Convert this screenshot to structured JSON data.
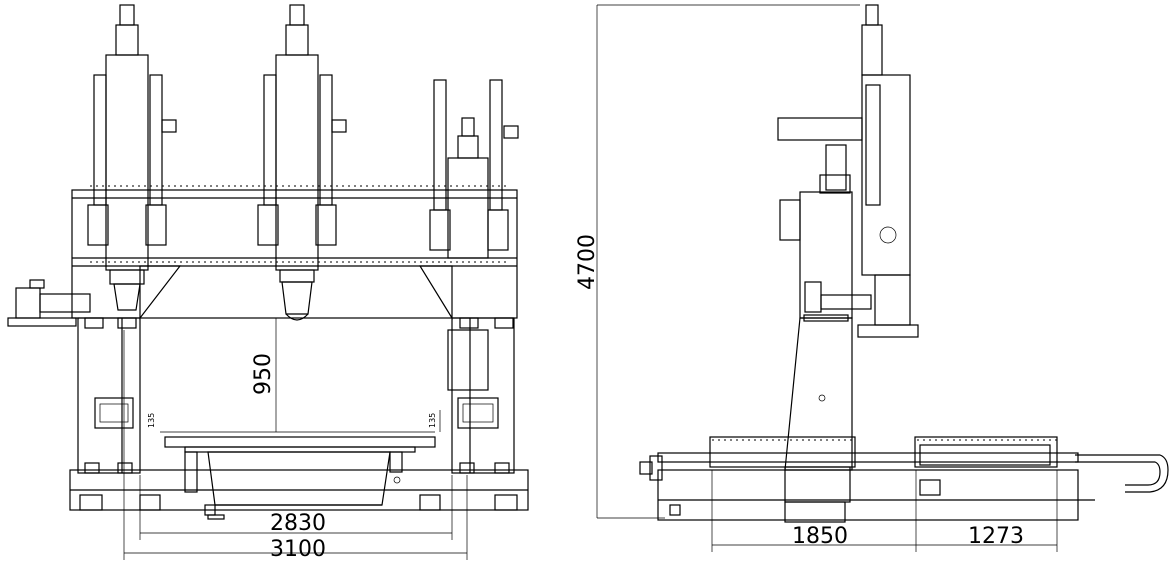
{
  "drawing": {
    "front_view": {
      "dims": {
        "height_gap": "950",
        "inner_width": "2830",
        "outer_width": "3100",
        "small_left": "135",
        "small_right": "135"
      }
    },
    "side_view": {
      "dims": {
        "total_height": "4700",
        "base_length": "1850",
        "ext_length": "1273"
      }
    }
  }
}
